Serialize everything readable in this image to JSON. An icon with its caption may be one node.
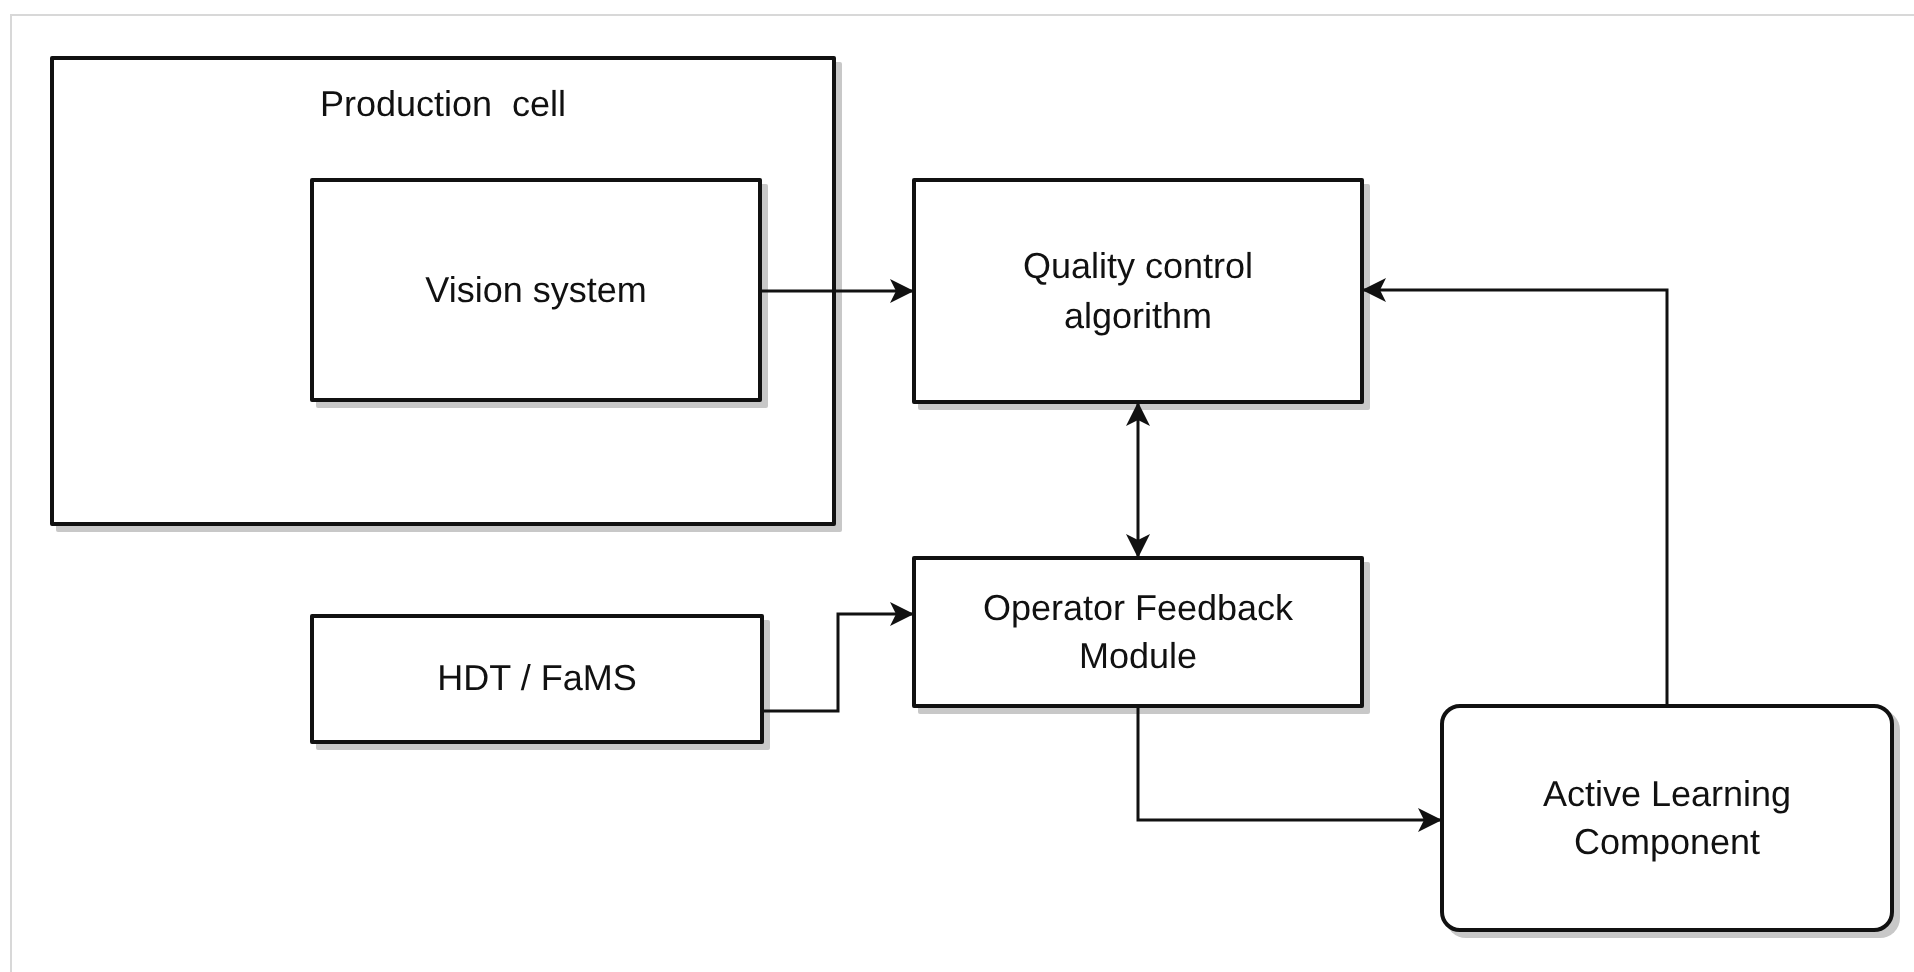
{
  "diagram": {
    "nodes": [
      {
        "text": [
          "Production  cell"
        ]
      },
      {
        "text": [
          "Vision system"
        ],
        "in": 0
      },
      {
        "text": [
          "Quality control algorithm"
        ]
      },
      {
        "text": [
          "Operator Feedback Module"
        ]
      },
      {
        "text": [
          "HDT / FaMS"
        ]
      },
      {
        "text": [
          "Active Learning Component"
        ]
      }
    ],
    "edges": [
      {
        "from": 1,
        "to": 2,
        "arrow": "to"
      },
      {
        "from": 2,
        "to": 3,
        "arrow": "both"
      },
      {
        "from": 4,
        "to": 3,
        "arrow": "to"
      },
      {
        "from": 3,
        "to": 5,
        "arrow": "to"
      },
      {
        "from": 5,
        "to": 2,
        "arrow": "to"
      }
    ]
  }
}
